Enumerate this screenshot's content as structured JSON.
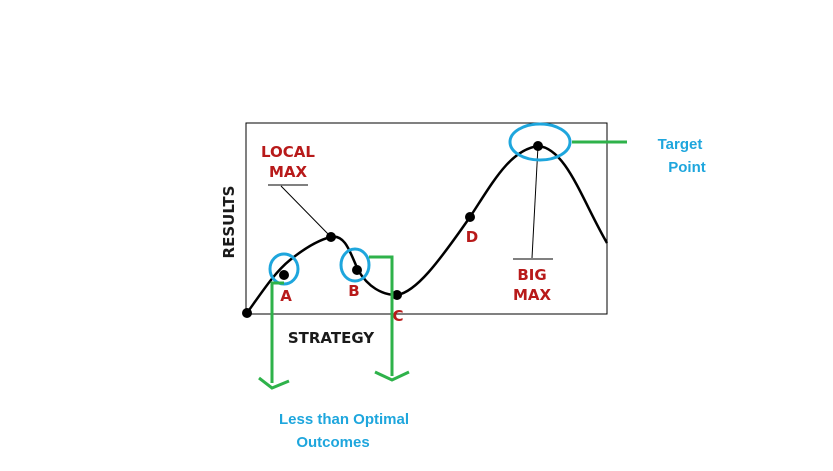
{
  "axes": {
    "y_label": "RESULTS",
    "x_label": "STRATEGY"
  },
  "points": {
    "a": "A",
    "b": "B",
    "c": "C",
    "d": "D"
  },
  "callouts": {
    "local_max": [
      "LOCAL",
      "MAX"
    ],
    "big_max": [
      "BIG",
      "MAX"
    ]
  },
  "annotations": {
    "target_point": [
      "Target",
      "Point"
    ],
    "less_than_optimal": [
      "Less than Optimal",
      "Outcomes"
    ]
  },
  "colors": {
    "label_red": "#b81a1a",
    "highlight_blue": "#1ea6dd",
    "arrow_green": "#2eb24a",
    "curve": "#000000"
  }
}
